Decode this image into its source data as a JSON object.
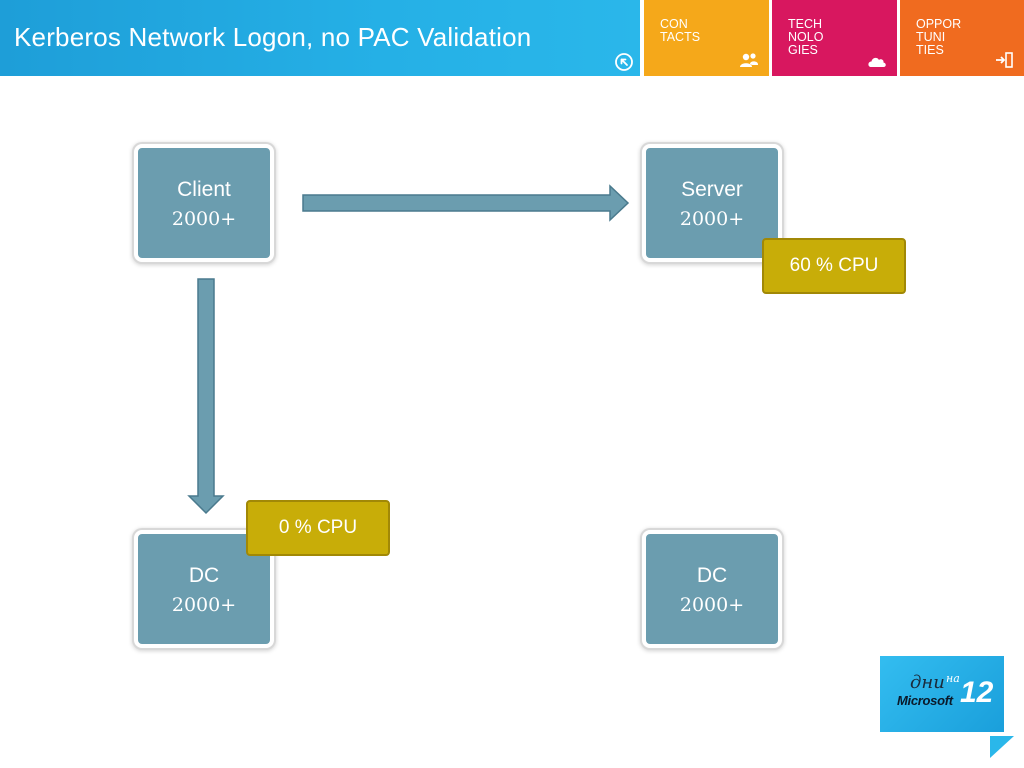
{
  "header": {
    "title": "Kerberos Network Logon, no PAC Validation",
    "tiles": [
      {
        "label": "CON\nTACTS",
        "color": "#f5a81a",
        "icon": "contacts-icon"
      },
      {
        "label": "TECH\nNOLO\nGIES",
        "color": "#d8175f",
        "icon": "cloud-icon"
      },
      {
        "label": "OPPOR\nTUNI\nTIES",
        "color": "#f06b1f",
        "icon": "exit-icon"
      }
    ],
    "back_icon": "back-arrow-icon"
  },
  "diagram": {
    "nodes": [
      {
        "name": "Client",
        "version": "2000+"
      },
      {
        "name": "Server",
        "version": "2000+"
      },
      {
        "name": "DC",
        "version": "2000+"
      },
      {
        "name": "DC",
        "version": "2000+"
      }
    ],
    "cpu_labels": {
      "server": "60 % CPU",
      "dc": "0 % CPU"
    },
    "edges": [
      {
        "from": "Client",
        "to": "Server"
      },
      {
        "from": "Client",
        "to": "DC"
      }
    ],
    "node_color": "#6b9daf",
    "cpu_color": "#c8ad08"
  },
  "logo": {
    "small": "дни",
    "sup": "на",
    "brand": "Microsoft",
    "number": "12"
  }
}
